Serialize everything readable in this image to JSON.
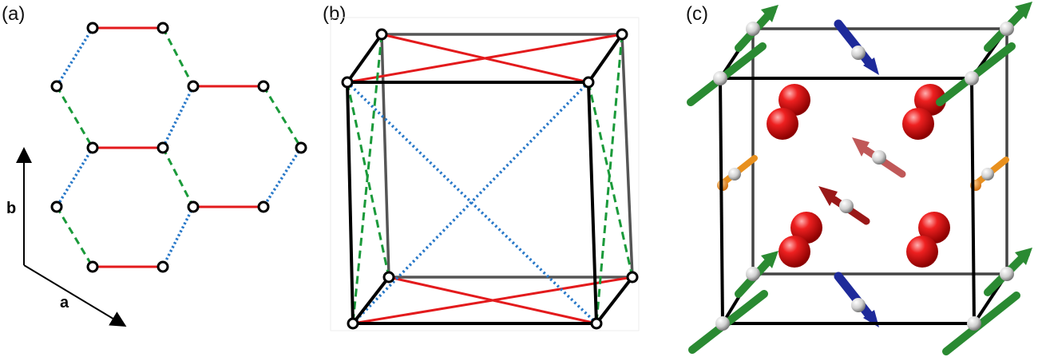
{
  "panels": {
    "a": {
      "label": "(a)",
      "axis_b": "b",
      "axis_a": "a"
    },
    "b": {
      "label": "(b)"
    },
    "c": {
      "label": "(c)"
    }
  },
  "colors": {
    "x_bond": "#e31a1c",
    "y_bond": "#2878c8",
    "z_bond": "#1a9a3a",
    "frame": "#000000",
    "frame_back": "#555555",
    "spin_green": "#2a8a32",
    "spin_blue": "#1e2a9a",
    "spin_orange": "#e8901e",
    "spin_red": "#9a1818",
    "spin_pink": "#c05858",
    "ion_red": "#e01818",
    "atom_white": "#d8d8d8"
  }
}
